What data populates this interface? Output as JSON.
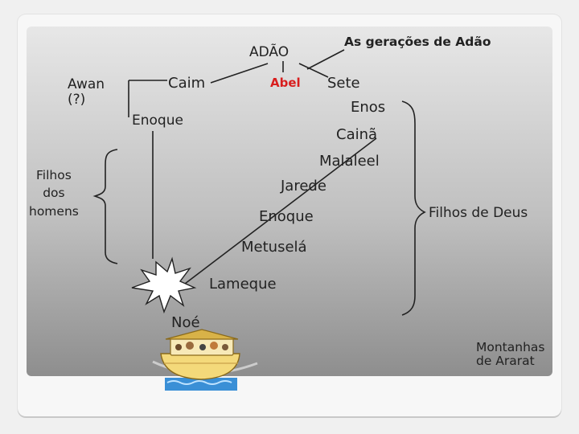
{
  "title": "As gerações de Adão",
  "people": {
    "adao": "ADÃO",
    "awan": "Awan\n(?)",
    "caim": "Caim",
    "abel": "Abel",
    "sete": "Sete",
    "enos": "Enos",
    "enoque_caim": "Enoque",
    "caina": "Cainã",
    "malaleel": "Malaleel",
    "jarede": "Jarede",
    "enoque": "Enoque",
    "metusela": "Metuselá",
    "lameque": "Lameque",
    "noe": "Noé"
  },
  "groups": {
    "filhos_dos_homens": "Filhos\ndos\nhomens",
    "filhos_de_deus": "Filhos de Deus"
  },
  "place": "Montanhas\nde Ararat",
  "colors": {
    "abel": "#d81e1e",
    "title": "#222222",
    "text": "#222222"
  },
  "icons": {
    "burst": "explosion-burst-icon",
    "ark": "noahs-ark-icon"
  }
}
